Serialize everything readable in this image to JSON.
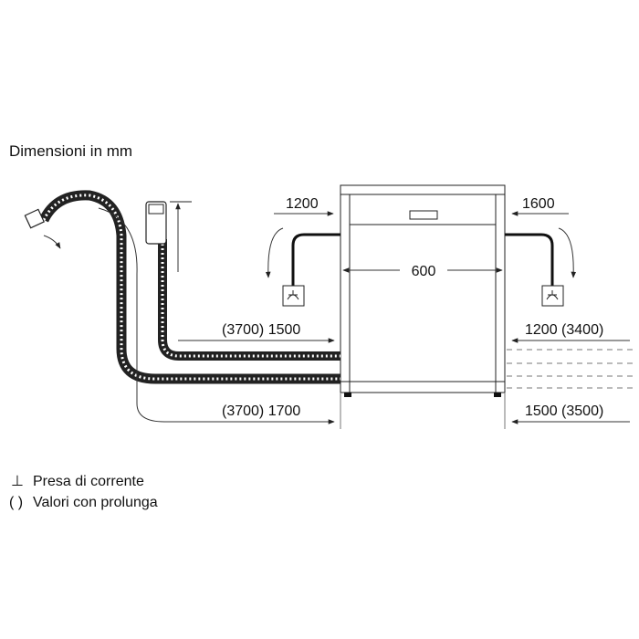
{
  "title": "Dimensioni in mm",
  "dimensions": {
    "width": "600",
    "left_top": "1200",
    "right_top": "1600",
    "left_mid": "(3700) 1500",
    "left_bottom": "(3700) 1700",
    "right_mid": "1200 (3400)",
    "right_bottom": "1500 (3500)"
  },
  "legend": {
    "socket_symbol": "⊥",
    "socket_label": "Presa di corrente",
    "extension_symbol": "( )",
    "extension_label": "Valori con prolunga"
  }
}
